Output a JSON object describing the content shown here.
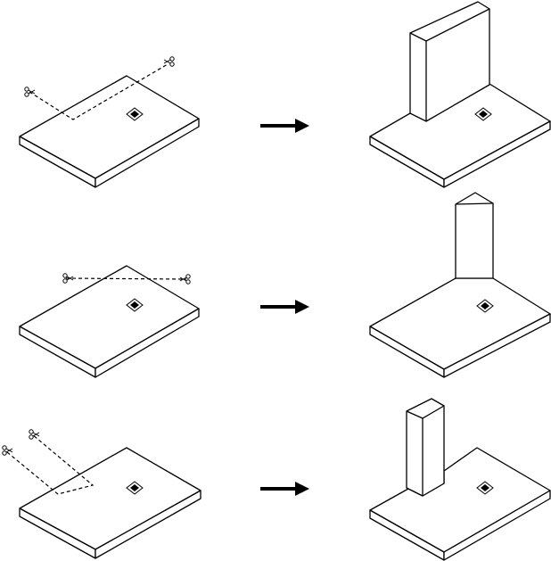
{
  "diagram": {
    "rows": [
      {
        "cut_style": "L-shaped cut",
        "result_shape": "wide panel"
      },
      {
        "cut_style": "straight cut",
        "result_shape": "pointed panel"
      },
      {
        "cut_style": "narrow strip cut",
        "result_shape": "tall column"
      }
    ],
    "icons": {
      "arrow": "right-arrow-icon",
      "scissors": "scissors-icon",
      "marker": "square-marker-icon"
    },
    "colors": {
      "ink": "#000000",
      "paper": "#ffffff"
    }
  }
}
